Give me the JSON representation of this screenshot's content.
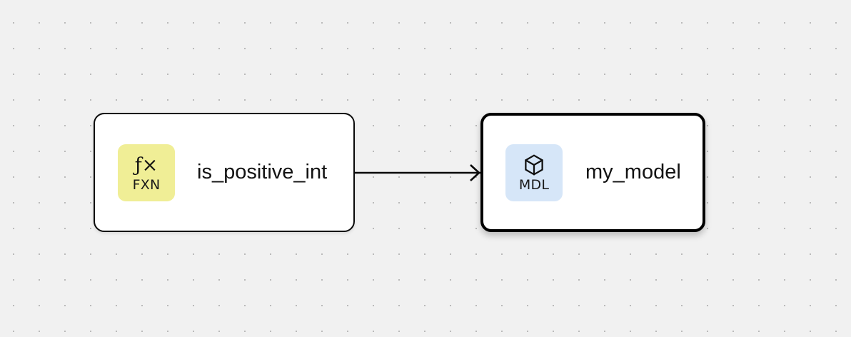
{
  "canvas": {
    "background_color": "#f1f1f1",
    "dot_color": "#acacac",
    "grid_spacing": 36
  },
  "nodes": [
    {
      "id": "fxn-node",
      "title": "is_positive_int",
      "badge": {
        "glyph": "ƒ×",
        "icon_name": "fx-icon",
        "code": "FXN",
        "color": "#f0ee96"
      },
      "selected": false
    },
    {
      "id": "mdl-node",
      "title": "my_model",
      "badge": {
        "glyph": "",
        "icon_name": "cube-icon",
        "code": "MDL",
        "color": "#d6e6f8"
      },
      "selected": true
    }
  ],
  "edges": [
    {
      "id": "edge-fxn-to-mdl",
      "from": "fxn-node",
      "to": "mdl-node",
      "arrow": "open-chevron",
      "color": "#0a0a0a"
    }
  ]
}
